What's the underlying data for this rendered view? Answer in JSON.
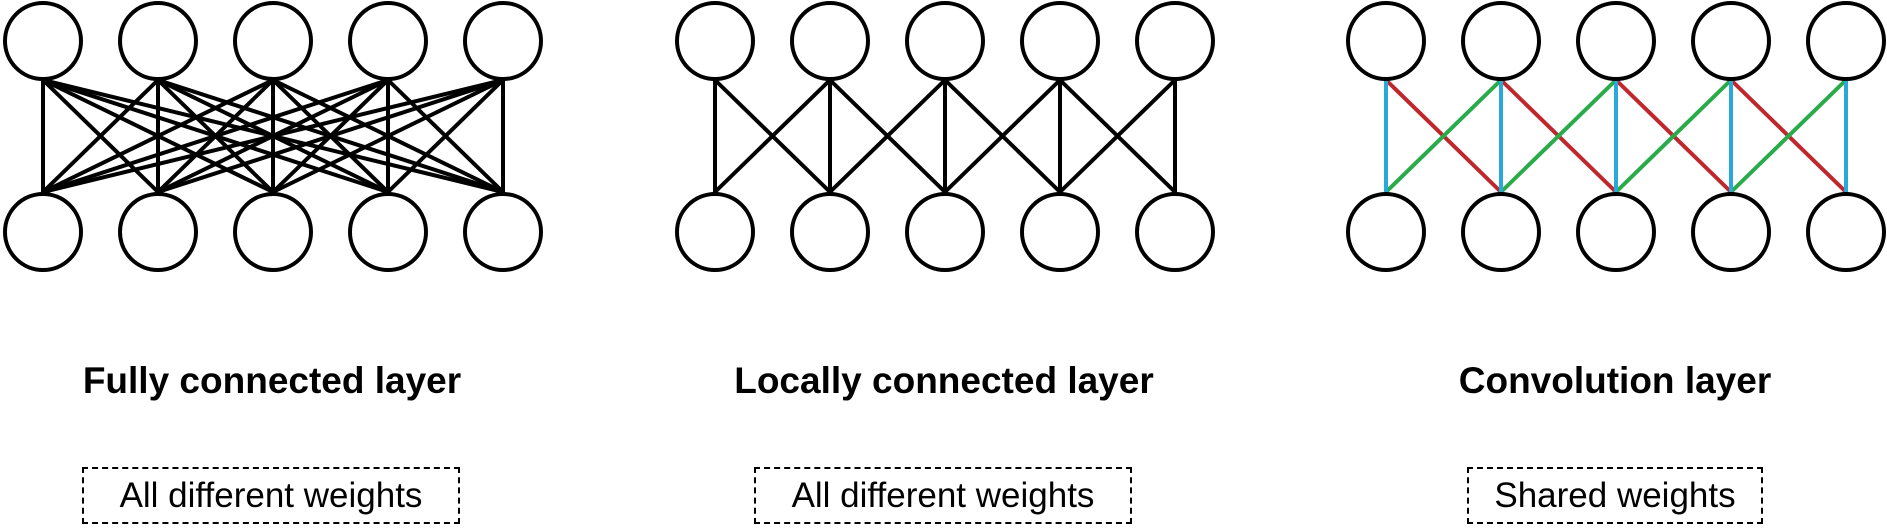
{
  "panels": [
    {
      "title": "Fully connected layer",
      "caption": "All different weights",
      "connectivity": "full",
      "edge_colors": {
        "vertical": "#000000",
        "diag_right": "#000000",
        "diag_left": "#000000"
      }
    },
    {
      "title": "Locally connected layer",
      "caption": "All different weights",
      "connectivity": "local",
      "edge_colors": {
        "vertical": "#000000",
        "diag_right": "#000000",
        "diag_left": "#000000"
      }
    },
    {
      "title": "Convolution layer",
      "caption": "Shared weights",
      "connectivity": "local",
      "edge_colors": {
        "vertical": "#29a8dc",
        "diag_right": "#c0272d",
        "diag_left": "#2aab4a"
      }
    }
  ]
}
